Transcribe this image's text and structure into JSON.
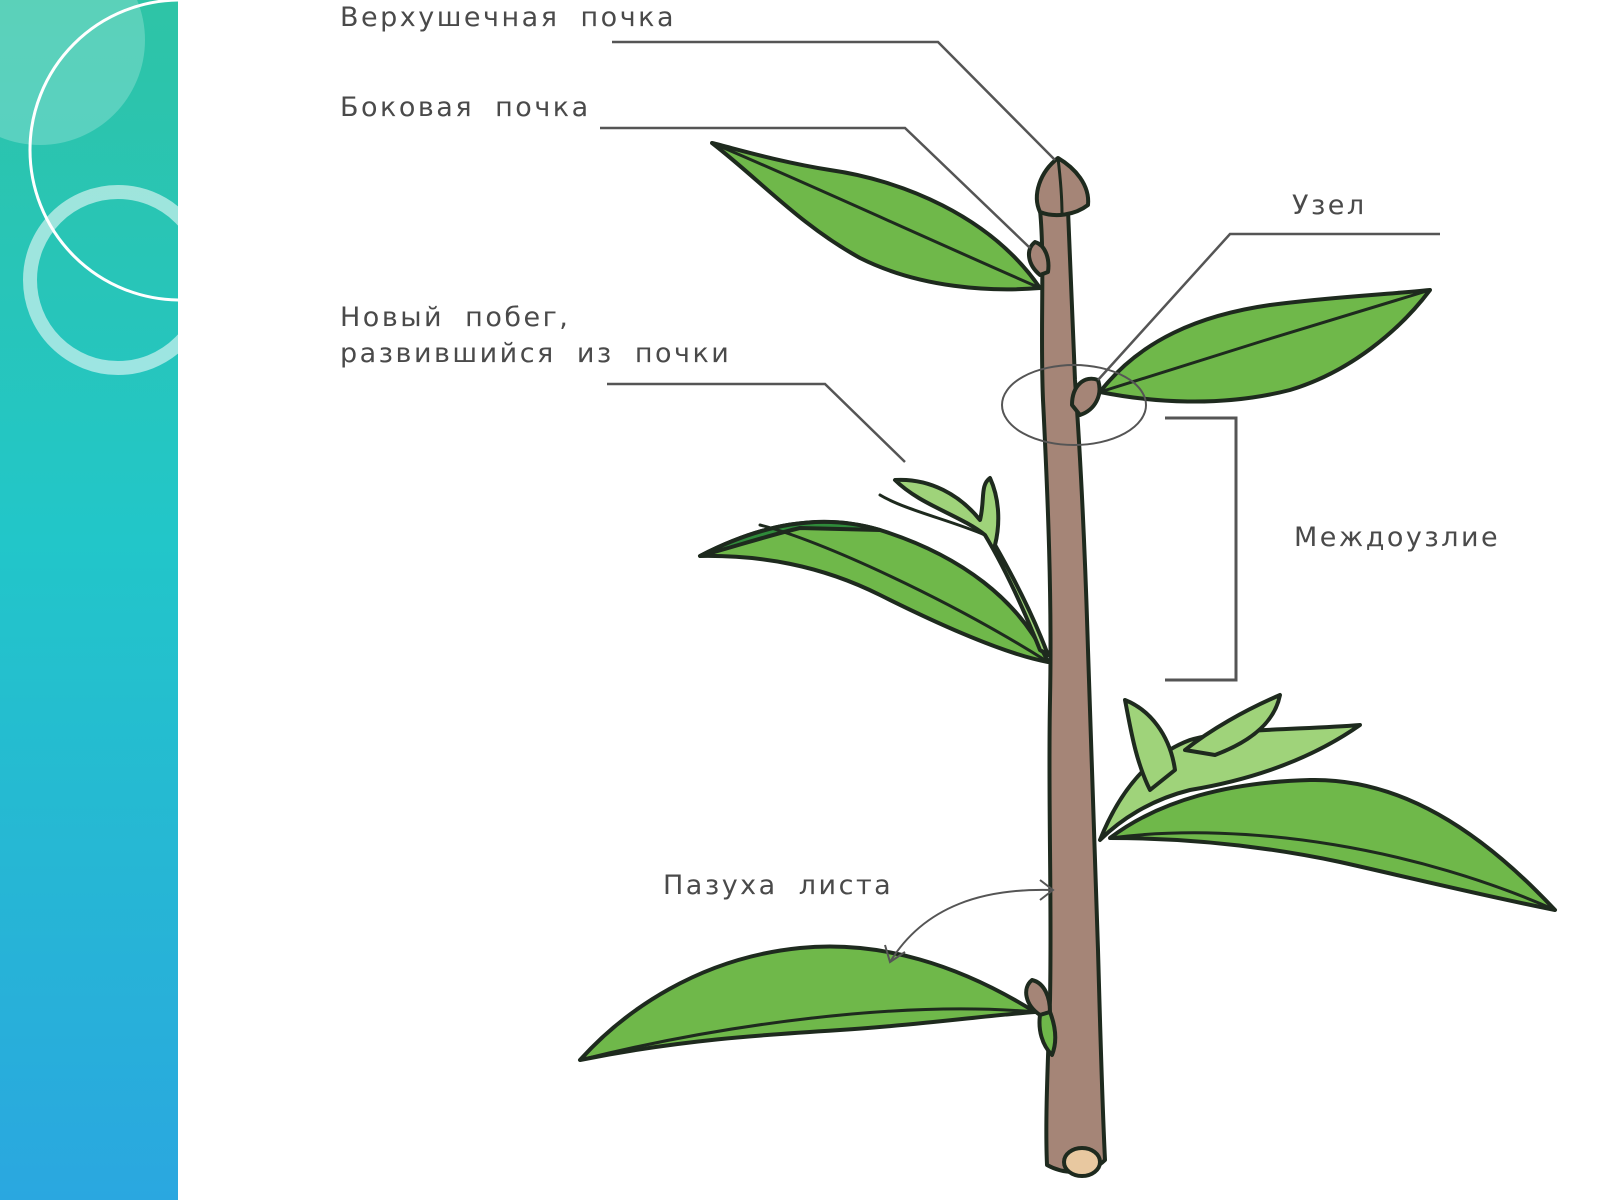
{
  "colors": {
    "sidebar_top": "#2ec4a6",
    "sidebar_bottom": "#2aa7e0",
    "stem": "#a58577",
    "leaf": "#6fb84a",
    "leaf_light": "#9fd37a",
    "outline": "#1e2a1e",
    "label_text": "#4a4a4a",
    "leader_line": "#555555"
  },
  "labels": {
    "apical_bud": "Верхушечная почка",
    "lateral_bud": "Боковая почка",
    "new_shoot_line1": "Новый побег,",
    "new_shoot_line2": "развившийся из почки",
    "node": "Узел",
    "internode": "Междоузлие",
    "leaf_axil": "Пазуха листа"
  }
}
